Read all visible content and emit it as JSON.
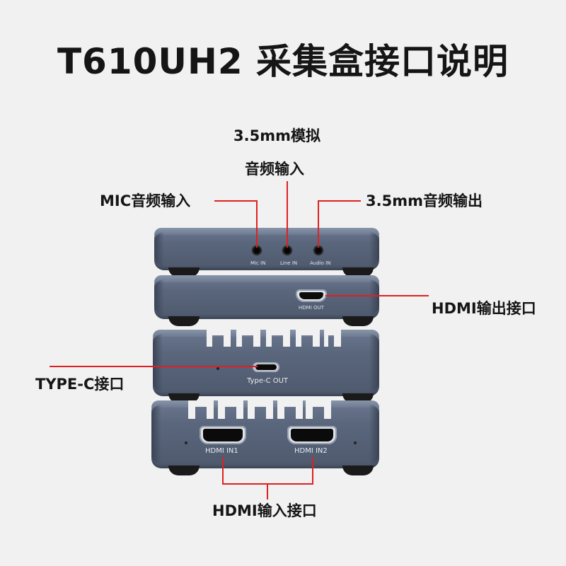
{
  "title": "T610UH2 采集盒接口说明",
  "labels": {
    "analog_in_line1": "3.5mm模拟",
    "analog_in_line2": "音频输入",
    "mic_in": "MIC音频输入",
    "audio_out": "3.5mm音频输出",
    "hdmi_out": "HDMI输出接口",
    "type_c": "TYPE-C接口",
    "hdmi_in": "HDMI输入接口"
  },
  "device_text": {
    "mic_in": "Mic IN",
    "line_in": "Line IN",
    "audio_in": "Audio IN",
    "hdmi_out": "HDMI OUT",
    "type_c_out": "Type-C OUT",
    "hdmi_in1": "HDMI IN1",
    "hdmi_in2": "HDMI IN2"
  },
  "colors": {
    "leader_line": "#e02020",
    "device_body": "#5a667c",
    "background": "#f1f1f1"
  }
}
